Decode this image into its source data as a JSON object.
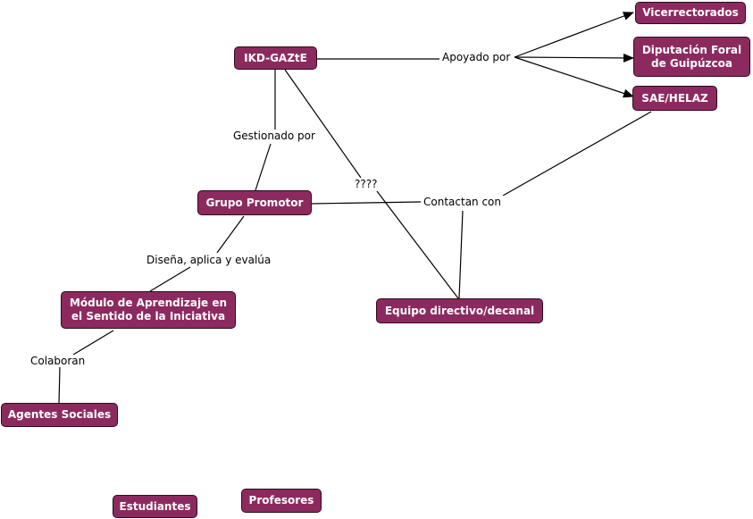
{
  "nodes": {
    "ikd": "IKD-GAZtE",
    "vicerrectorados": "Vicerrectorados",
    "diputacion": "Diputación Foral\nde Guipúzcoa",
    "sae": "SAE/HELAZ",
    "grupo": "Grupo Promotor",
    "modulo": "Módulo de Aprendizaje en\nel Sentido de la Iniciativa",
    "equipo": "Equipo directivo/decanal",
    "agentes": "Agentes Sociales",
    "estudiantes": "Estudiantes",
    "profesores": "Profesores"
  },
  "links": {
    "apoyado": "Apoyado por",
    "gestionado": "Gestionado por",
    "contactan": "Contactan con",
    "interrogacion": "????",
    "disena": "Diseña, aplica y evalúa",
    "colaboran": "Colaboran"
  },
  "colors": {
    "node_fill": "#8c2a5f",
    "node_text": "#ffffff",
    "line": "#000000"
  }
}
